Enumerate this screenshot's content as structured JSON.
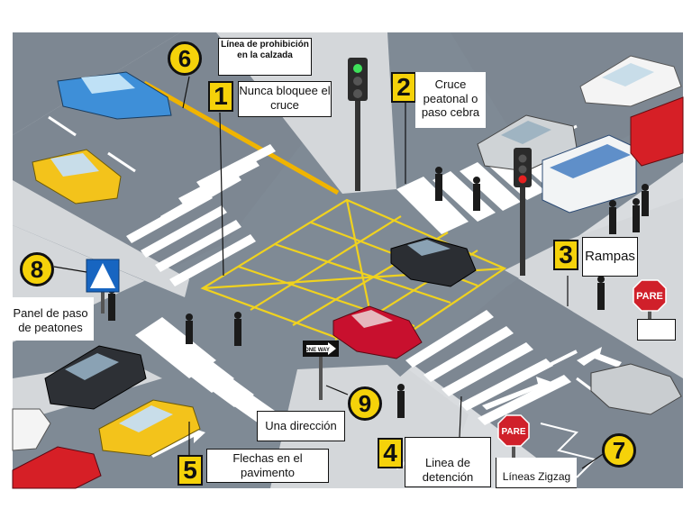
{
  "labels": {
    "l1": "Nunca bloquee el cruce",
    "l2": "Cruce peatonal o paso cebra",
    "l3": "Rampas",
    "l4": "Linea de detención",
    "l5": "Flechas en el pavimento",
    "l6": "Línea de prohibición en la calzada",
    "l7": "Líneas Zigzag",
    "l8": "Panel de paso de peatones",
    "l9": "Una dirección"
  },
  "markers": {
    "m1": "1",
    "m2": "2",
    "m3": "3",
    "m4": "4",
    "m5": "5",
    "m6": "6",
    "m7": "7",
    "m8": "8",
    "m9": "9"
  },
  "signs": {
    "pare": "PARE",
    "one_way": "ONE WAY"
  },
  "colors": {
    "road": "#7d8792",
    "sidewalk": "#d7dadd",
    "box_junction": "#f0d21e",
    "marker": "#f5d20a"
  }
}
